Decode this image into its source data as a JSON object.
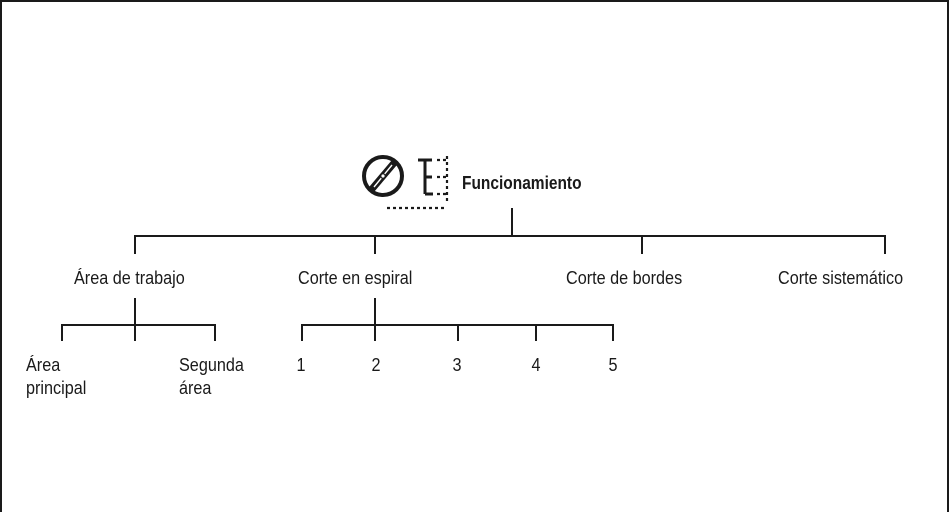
{
  "root": {
    "label": "Funcionamiento",
    "icon": "mower-blade-icon"
  },
  "level1": [
    {
      "label": "Área de trabajo"
    },
    {
      "label": "Corte en espiral"
    },
    {
      "label": "Corte de bordes"
    },
    {
      "label": "Corte sistemático"
    }
  ],
  "area_children": [
    {
      "label": "Área\nprincipal"
    },
    {
      "label": "Segunda\nárea"
    }
  ],
  "spiral_children": [
    {
      "label": "1"
    },
    {
      "label": "2"
    },
    {
      "label": "3"
    },
    {
      "label": "4"
    },
    {
      "label": "5"
    }
  ],
  "colors": {
    "ink": "#1a1a1a",
    "background": "#ffffff"
  }
}
